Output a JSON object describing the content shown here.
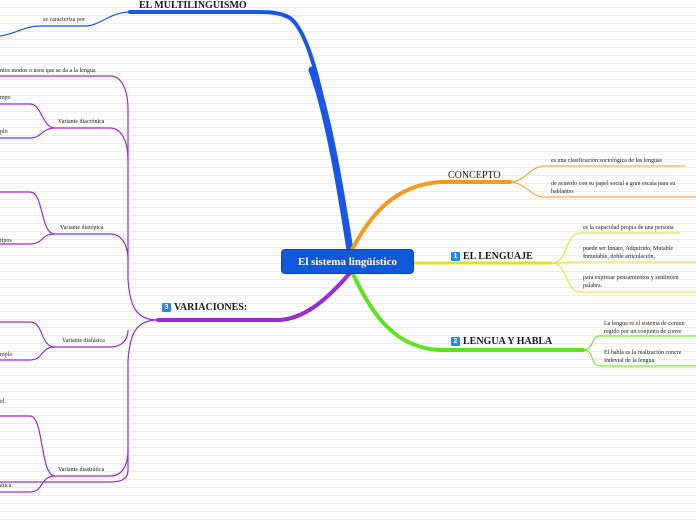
{
  "central": {
    "title": "El sistema lingüístico"
  },
  "branches": {
    "multilinguismo": {
      "label": "EL MULTILINGÜISMO",
      "sub": "se caracteriza por"
    },
    "concepto": {
      "label": "CONCEPTO",
      "items": [
        "es una clasificación sociológica de las lenguas",
        "de acuerdo con su papel social a gran escala para su",
        "hablantes"
      ]
    },
    "lenguaje": {
      "badge": "1",
      "label": "EL LENGUAJE",
      "items": [
        "es la capacidad propia de una persona",
        "puede ser Innato, Adquirido, Mutable",
        "Inmutable, doble articulación,",
        "para expresar pensamientos y sentimien",
        "palabra."
      ]
    },
    "lengua_habla": {
      "badge": "2",
      "label": "LENGUA Y HABLA",
      "items": [
        "La lengua es el sistema de comun",
        "regido por un conjunto de conve",
        "El  habla es la realización concre",
        "Indevial de la lengua."
      ]
    },
    "variaciones": {
      "badge": "3",
      "label": "VARIACIONES:",
      "intro": "ntos modos o usos que se da a la lengua",
      "subs": [
        "Variante diacrónica",
        "Variante diatópica",
        "Variante diafásica",
        "Variante diastrática"
      ],
      "fragments": [
        "mpo",
        "plo",
        "tipos",
        "mplo",
        "el",
        "ática"
      ]
    }
  },
  "colors": {
    "central": "#0f58d8",
    "multilinguismo": "#1a56e8",
    "concepto": "#f39a1c",
    "lenguaje": "#dde21c",
    "lengua_habla": "#5de41e",
    "variaciones": "#9d2ad6",
    "badge": "#2a86e0"
  }
}
